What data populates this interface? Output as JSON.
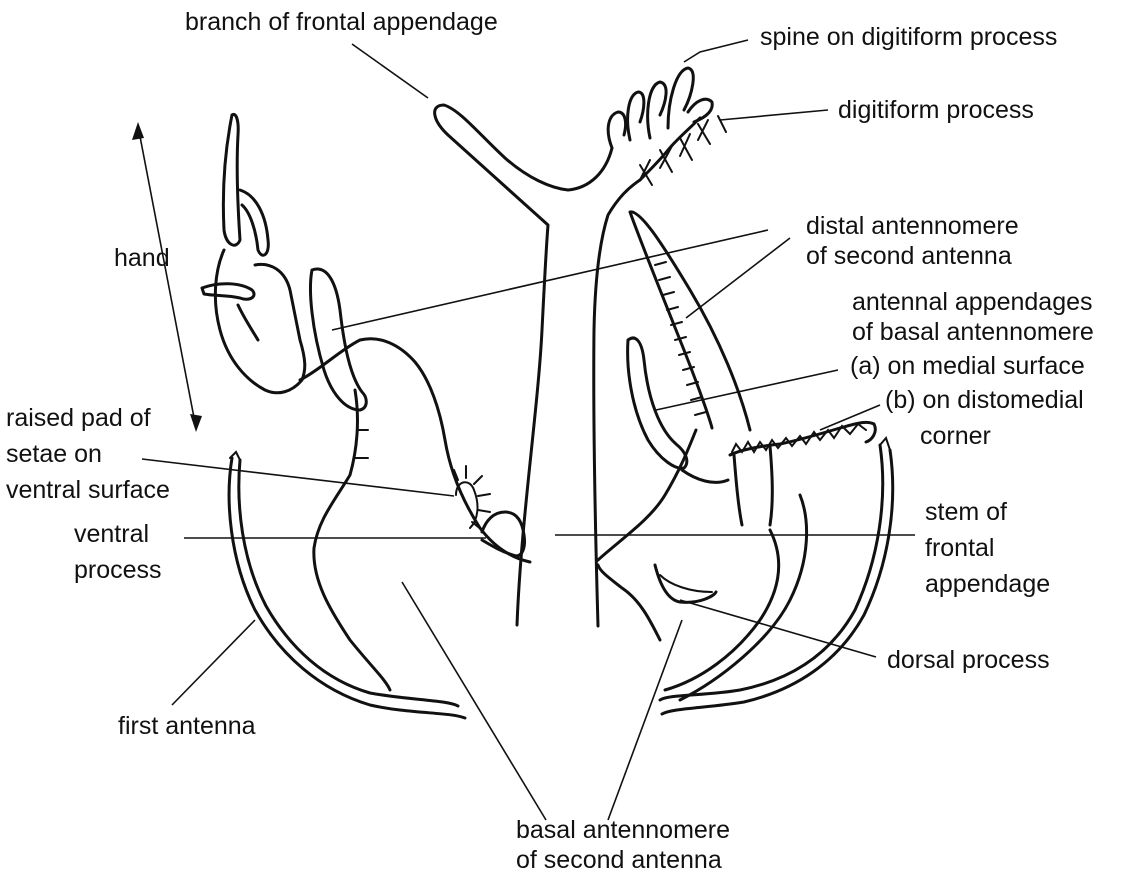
{
  "labels": {
    "branch_of_frontal_appendage": "branch of frontal appendage",
    "spine_on_digitiform_process": "spine on digitiform process",
    "digitiform_process": "digitiform process",
    "distal_antennomere_1": "distal antennomere",
    "distal_antennomere_2": "of second antenna",
    "antennal_appendages_1": "antennal appendages",
    "antennal_appendages_2": "of basal antennomere",
    "on_medial_surface": "(a) on medial surface",
    "on_distomedial_1": "(b) on distomedial",
    "on_distomedial_2": "corner",
    "hand": "hand",
    "raised_pad_1": "raised pad of",
    "raised_pad_2": "setae on",
    "raised_pad_3": "ventral surface",
    "ventral_process_1": "ventral",
    "ventral_process_2": "process",
    "stem_1": "stem of",
    "stem_2": "frontal",
    "stem_3": "appendage",
    "dorsal_process": "dorsal process",
    "first_antenna": "first antenna",
    "basal_antennomere_1": "basal antennomere",
    "basal_antennomere_2": "of second antenna"
  },
  "colors": {
    "ink": "#111111",
    "background": "#ffffff"
  }
}
